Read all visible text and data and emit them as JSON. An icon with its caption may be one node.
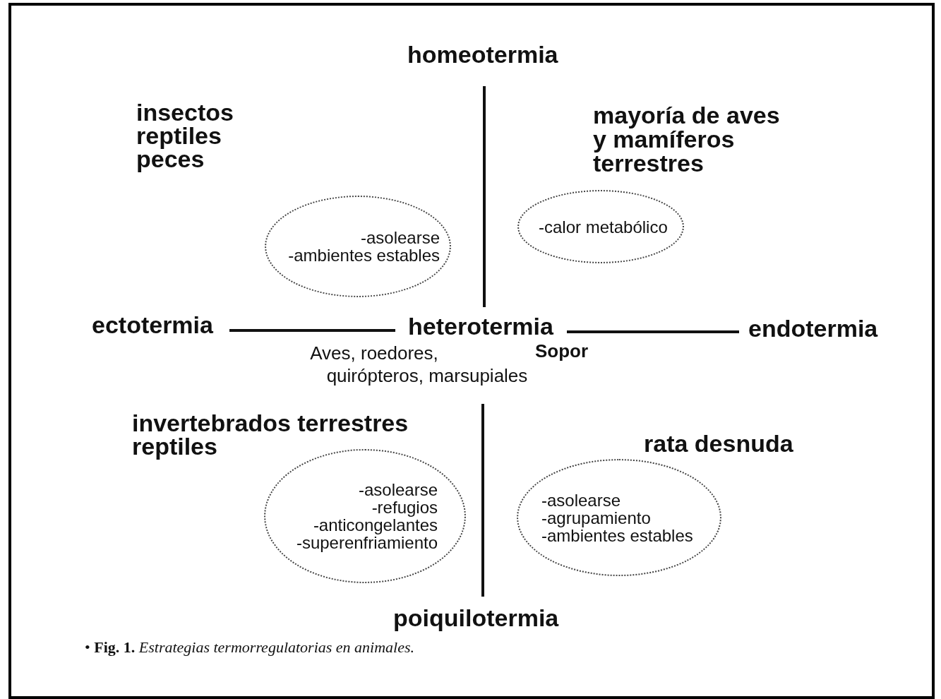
{
  "diagram": {
    "caption": "• **Fig. 1.** *Estrategias termorregulatorias en animales.*",
    "nodes": [
      {
        "text": [
          "-asolearse",
          "-ambientes estables"
        ]
      },
      {
        "text": [
          "-calor metabólico"
        ]
      },
      {
        "text": [
          "-asolearse",
          "-refugios",
          "-anticongelantes",
          "-superenfriamiento"
        ]
      },
      {
        "text": [
          "-asolearse",
          "-agrupamiento",
          "-ambientes estables"
        ]
      }
    ],
    "labels": [
      "homeotermia",
      "insectos",
      "reptiles",
      "peces",
      "mayoría de aves y mamíferos terrestres",
      "ectotermia",
      "heterotermia",
      "endotermia",
      "Aves, roedores, quirópteros, marsupiales",
      "Sopor",
      "invertebrados terrestres",
      "reptiles",
      "rata desnuda",
      "poiquilotermia"
    ]
  }
}
